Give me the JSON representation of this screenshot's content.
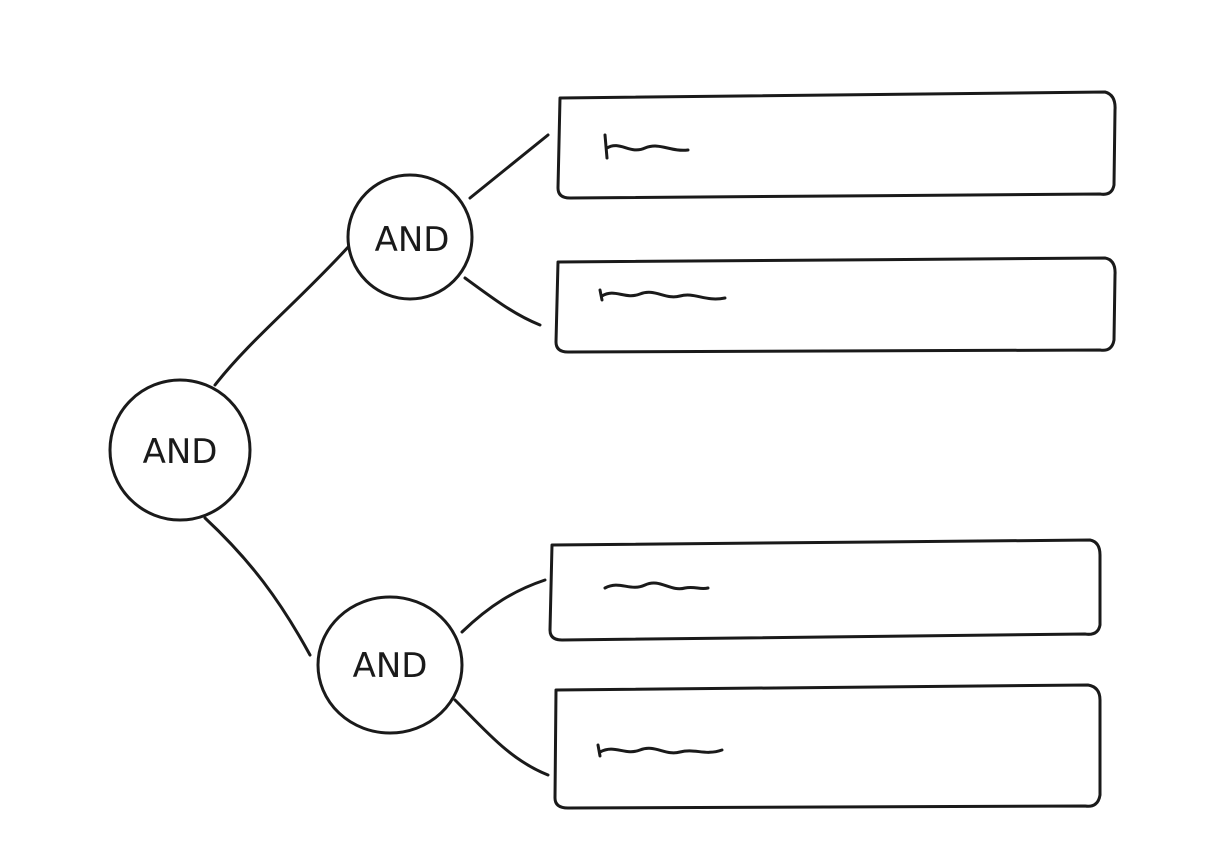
{
  "diagram": {
    "root": {
      "label": "AND"
    },
    "children": [
      {
        "label": "AND",
        "conditions": 2
      },
      {
        "label": "AND",
        "conditions": 2
      }
    ]
  },
  "colors": {
    "ink": "#1a1a1a",
    "background": "#ffffff"
  }
}
